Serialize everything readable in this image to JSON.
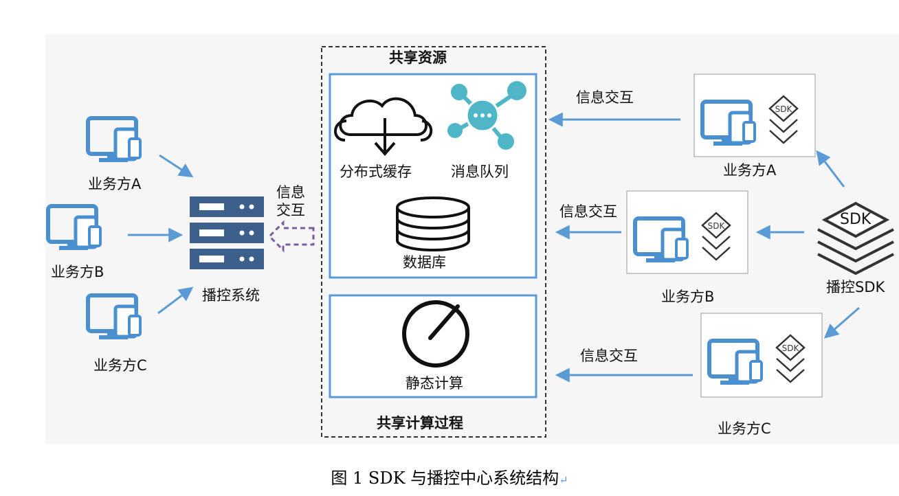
{
  "shared_resources": {
    "title": "共享资源",
    "distributed_cache": "分布式缓存",
    "message_queue": "消息队列",
    "database": "数据库"
  },
  "shared_compute": {
    "title": "共享计算过程",
    "static_compute": "静态计算"
  },
  "left": {
    "parties": [
      "业务方A",
      "业务方B",
      "业务方C"
    ],
    "control_system": "播控系统",
    "info_exchange_line1": "信息",
    "info_exchange_line2": "交互"
  },
  "right": {
    "parties": [
      "业务方A",
      "业务方B",
      "业务方C"
    ],
    "info_exchange": "信息交互",
    "sdk_label": "SDK",
    "control_sdk": "播控SDK"
  },
  "caption": {
    "text": "图 1 SDK 与播控中心系统结构",
    "return_mark": "↵"
  },
  "colors": {
    "device_blue": "#4a8fd0",
    "arrow_blue": "#5b9bd5",
    "server_navy": "#3c5f8b",
    "queue_teal": "#4fb6c8",
    "dashed_purple": "#7a5fa0"
  }
}
